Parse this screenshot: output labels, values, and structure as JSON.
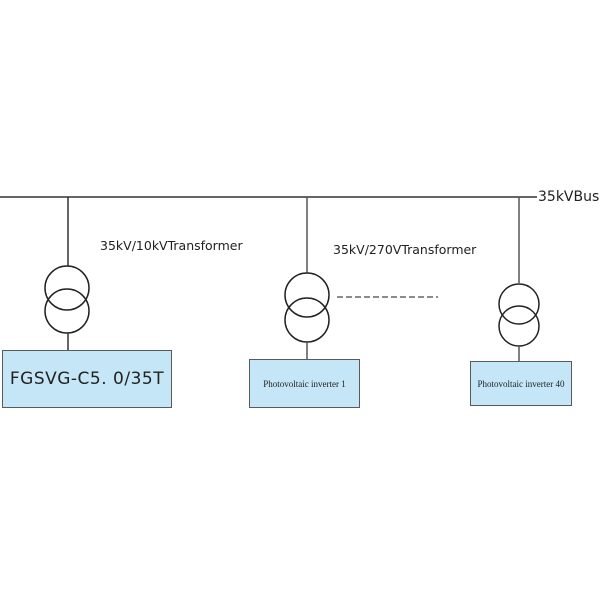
{
  "diagram": {
    "bus_label": "35kVBus",
    "dash_indicator": "-----------",
    "colors": {
      "line": "#333333",
      "box_fill": "#c5e6f6",
      "box_border": "#5a5a5a"
    },
    "feeders": [
      {
        "transformer_label": "35kV/10kVTransformer",
        "device_label": "FGSVG-C5. 0/35T"
      },
      {
        "transformer_label": "35kV/270VTransformer",
        "device_label": "Photovoltaic inverter 1"
      },
      {
        "transformer_label": "",
        "device_label": "Photovoltaic inverter 40"
      }
    ]
  }
}
